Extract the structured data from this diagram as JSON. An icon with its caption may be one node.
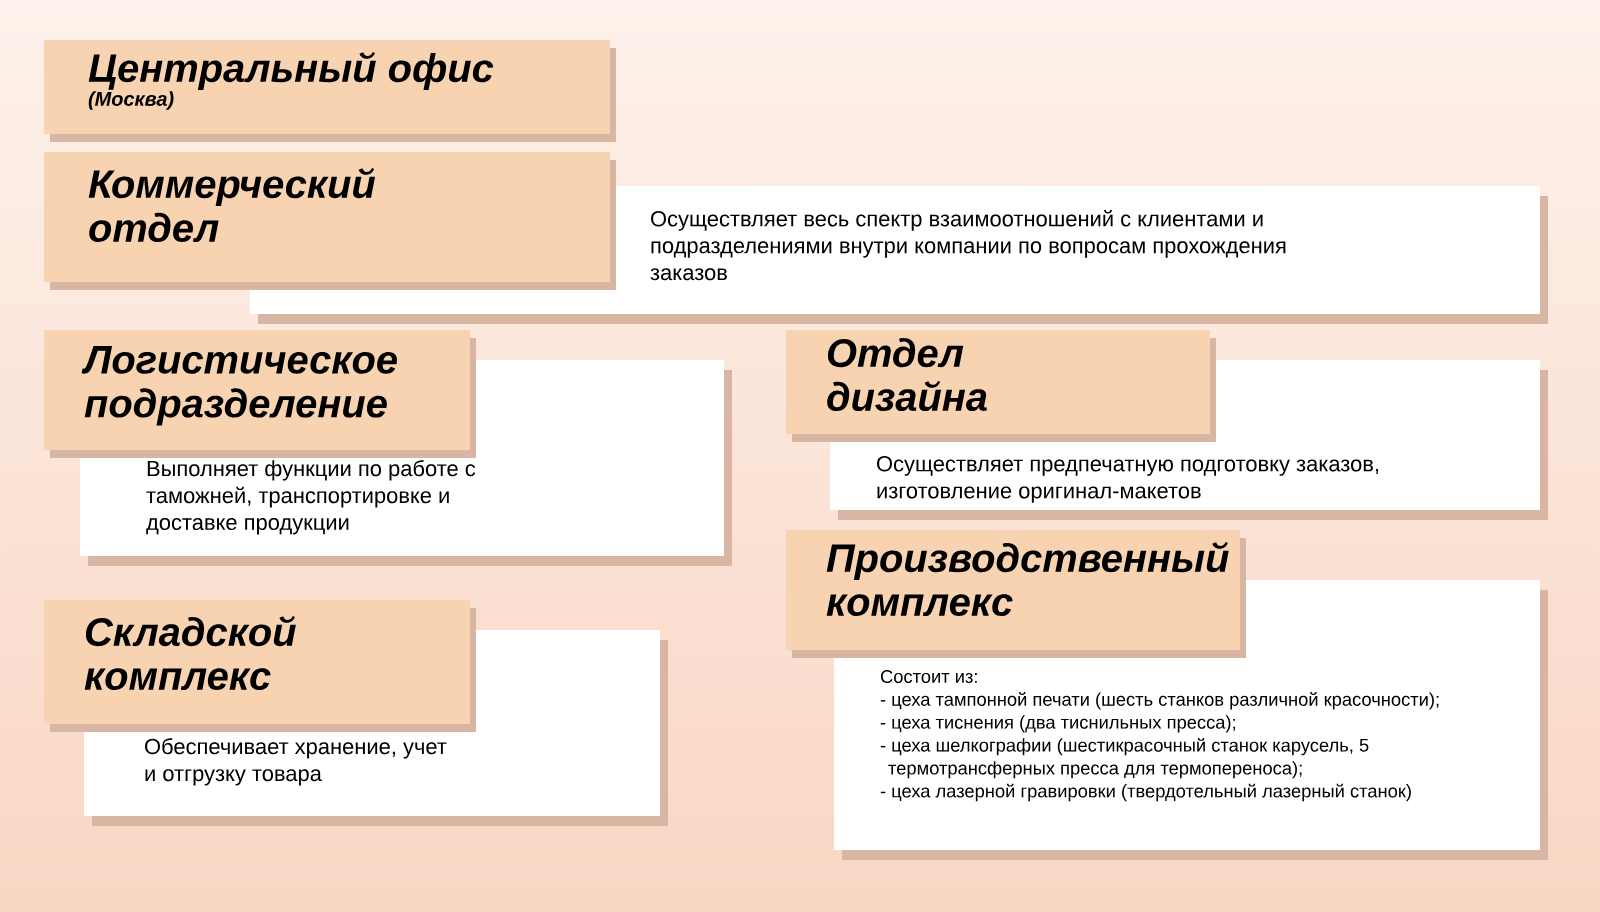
{
  "diagram": {
    "nodes": [
      {
        "text": [
          "Центральный офис",
          "(Москва)"
        ]
      },
      {
        "text": [
          "Коммерческий отдел"
        ]
      },
      {
        "text": [
          "Осуществляет весь спектр взаимоотношений с клиентами и подразделениями внутри компании по вопросам прохождения заказов"
        ]
      },
      {
        "text": [
          "Логистическое подразделение"
        ]
      },
      {
        "text": [
          "Выполняет функции по работе с таможней, транспортировке и доставке продукции"
        ]
      },
      {
        "text": [
          "Отдел дизайна"
        ]
      },
      {
        "text": [
          "Осуществляет предпечатную подготовку заказов, изготовление оригинал-макетов"
        ]
      },
      {
        "text": [
          "Складской комплекс"
        ]
      },
      {
        "text": [
          "Обеспечивает хранение, учет и отгрузку товара"
        ]
      },
      {
        "text": [
          "Производственный комплекс"
        ]
      },
      {
        "text": [
          "Состоит из:",
          "- цеха тампонной печати (шесть станков различной красочности);",
          "- цеха тиснения (два тиснильных пресса);",
          "- цеха шелкографии (шестикрасочный станок карусель, 5 термотрансферных пресса для термопереноса);",
          "- цеха лазерной гравировки (твердотельный лазерный станок)"
        ]
      }
    ]
  }
}
